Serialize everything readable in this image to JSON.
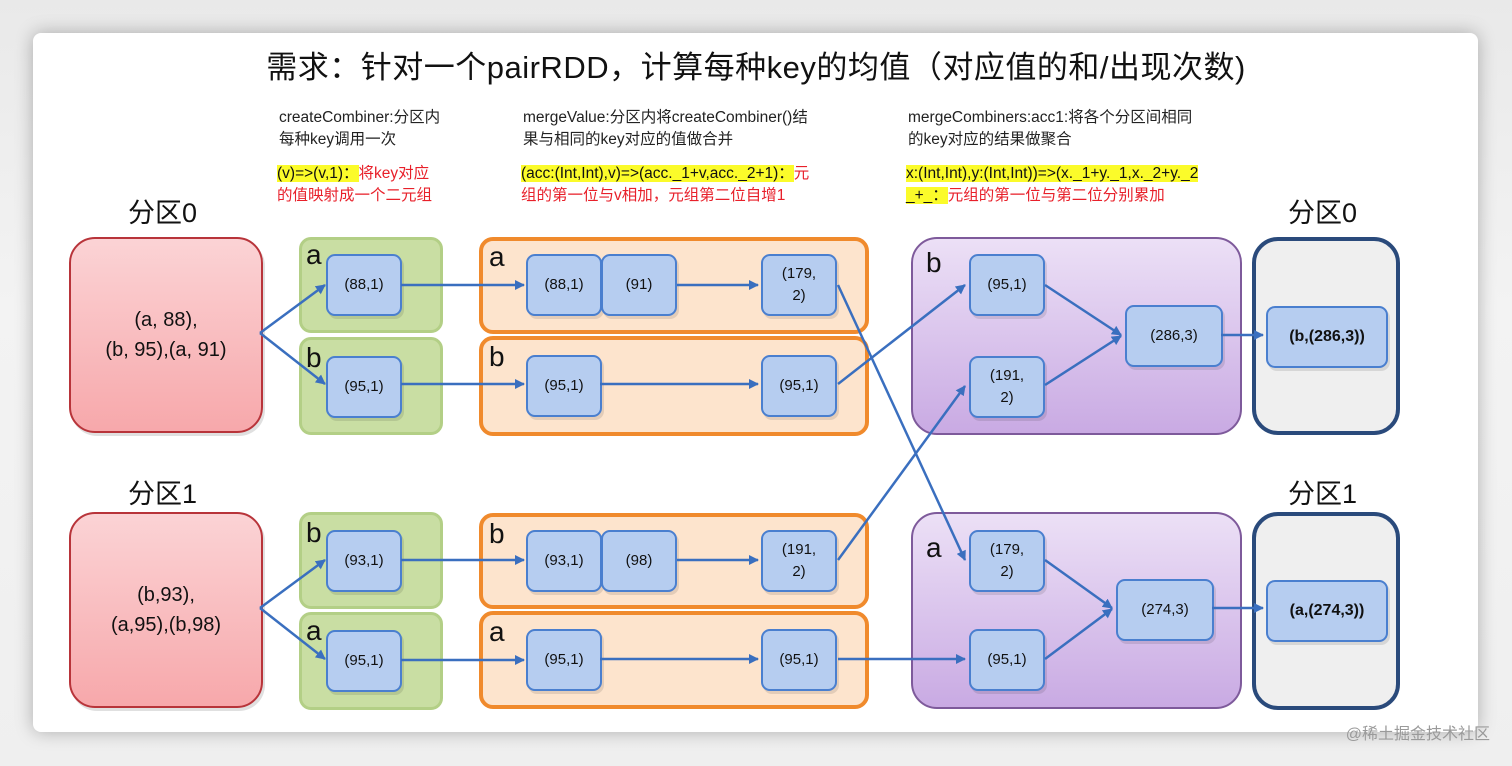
{
  "title": "需求：针对一个pairRDD，计算每种key的均值（对应值的和/出现次数)",
  "annotations": {
    "create_combiner": {
      "desc_line1": "createCombiner:分区内",
      "desc_line2": "每种key调用一次",
      "code": "(v)=>(v,1)：",
      "note_part1": "将key对应",
      "note_line2": "的值映射成一个二元组"
    },
    "merge_value": {
      "desc_line1": "mergeValue:分区内将createCombiner()结",
      "desc_line2": "果与相同的key对应的值做合并",
      "code": "(acc:(Int,Int),v)=>(acc._1+v,acc._2+1)：",
      "note_part1": "元",
      "note_line2": "组的第一位与v相加，元组第二位自增1"
    },
    "merge_combiners": {
      "desc_line1": "mergeCombiners:acc1:将各个分区间相同",
      "desc_line2": "的key对应的结果做聚合",
      "code_line1": "x:(Int,Int),y:(Int,Int))=>(x._1+y._1,x._2+y._2",
      "code_line2": "_+_：",
      "note_part2": "元组的第一位与第二位分别累加"
    }
  },
  "partitions": [
    {
      "label": "分区0",
      "source_line1": "(a, 88),",
      "source_line2": "(b, 95),(a, 91)",
      "combiner_groups": [
        {
          "key": "a",
          "node": "(88,1)"
        },
        {
          "key": "b",
          "node": "(95,1)"
        }
      ],
      "merge_value_groups": [
        {
          "key": "a",
          "nodes": [
            "(88,1)",
            "(91)"
          ],
          "result_line1": "(179,",
          "result_line2": "2)"
        },
        {
          "key": "b",
          "nodes": [
            "(95,1)"
          ],
          "result_line1": "(95,1)",
          "result_line2": ""
        }
      ]
    },
    {
      "label": "分区1",
      "source_line1": "(b,93),",
      "source_line2": "(a,95),(b,98)",
      "combiner_groups": [
        {
          "key": "b",
          "node": "(93,1)"
        },
        {
          "key": "a",
          "node": "(95,1)"
        }
      ],
      "merge_value_groups": [
        {
          "key": "b",
          "nodes": [
            "(93,1)",
            "(98)"
          ],
          "result_line1": "(191,",
          "result_line2": "2)"
        },
        {
          "key": "a",
          "nodes": [
            "(95,1)"
          ],
          "result_line1": "(95,1)",
          "result_line2": ""
        }
      ]
    }
  ],
  "merge_combiners": [
    {
      "key": "b",
      "inputs": [
        {
          "line1": "(95,1)",
          "line2": ""
        },
        {
          "line1": "(191,",
          "line2": "2)"
        }
      ],
      "result": "(286,3)",
      "output_partition": "分区0",
      "final": "(b,(286,3))"
    },
    {
      "key": "a",
      "inputs": [
        {
          "line1": "(179,",
          "line2": "2)"
        },
        {
          "line1": "(95,1)",
          "line2": ""
        }
      ],
      "result": "(274,3)",
      "output_partition": "分区1",
      "final": "(a,(274,3))"
    }
  ],
  "colors": {
    "arrow": "#3a6fbf",
    "node_fill": "#b6cdf0",
    "source_fill": "#f7a8ab",
    "combiner_group": "#c9dea3",
    "merge_value_group": "#fde4cd",
    "merge_value_border": "#f08a2c",
    "merge_combiners_group": "#c9aae3",
    "final_border": "#2a4a7b",
    "highlight": "#fbfb2a",
    "note_text": "#e8202a"
  },
  "watermark": "@稀土掘金技术社区"
}
